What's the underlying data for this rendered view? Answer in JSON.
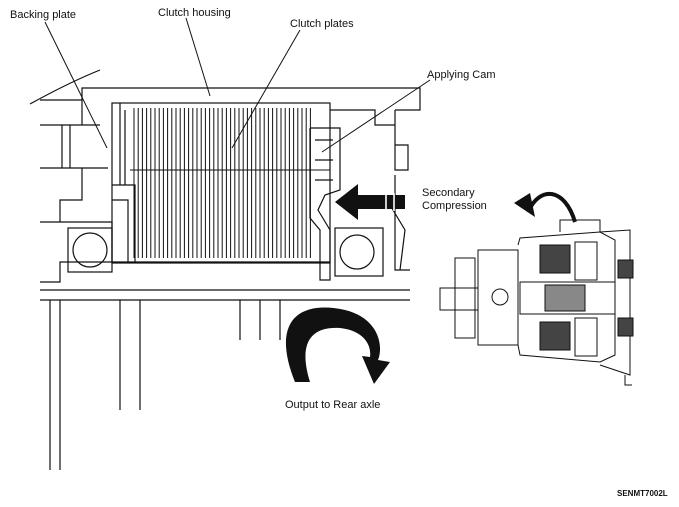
{
  "labels": {
    "backing_plate": "Backing plate",
    "clutch_housing": "Clutch housing",
    "clutch_plates": "Clutch plates",
    "applying_cam": "Applying Cam",
    "secondary_compression": "Secondary\nCompression",
    "output": "Output to Rear axle",
    "figure_code": "SENMT7002L"
  },
  "colors": {
    "ink": "#111111",
    "paper": "#ffffff",
    "shade": "#444444"
  }
}
